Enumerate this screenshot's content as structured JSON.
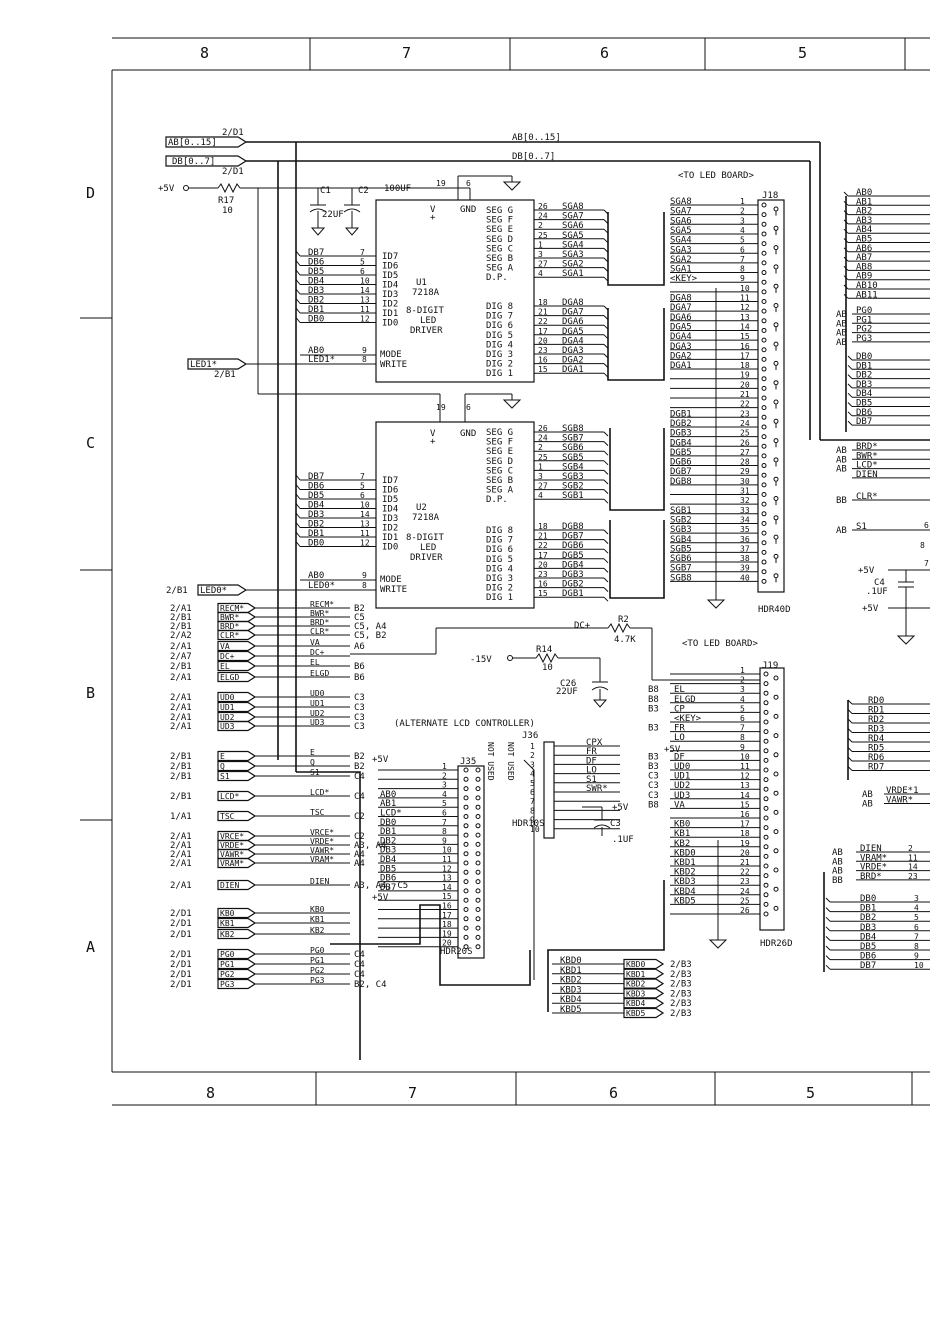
{
  "frame": {
    "top_zones": [
      "8",
      "7",
      "6",
      "5"
    ],
    "bottom_zones": [
      "8",
      "7",
      "6",
      "5"
    ],
    "left_zones": [
      "D",
      "C",
      "B",
      "A"
    ]
  },
  "buses": {
    "ab_label": "AB[0..15]",
    "ab_ref": "2/D1",
    "db_label": "DB[0..7]",
    "db_ref": "2/D1",
    "ab_bus_text": "AB[0..15]",
    "db_bus_text": "DB[0..7]"
  },
  "power": {
    "vcc_label": "+5V",
    "r17": "R17",
    "r17_val": "10",
    "c1": "C1",
    "c1_val": "22UF",
    "c2": "C2",
    "c2_val": "100UF",
    "to_led_board_1": "<TO LED BOARD>",
    "to_led_board_2": "<TO LED BOARD>"
  },
  "u1": {
    "ref": "U1",
    "part": "7218A",
    "desc1": "8-DIGIT",
    "desc2": "LED",
    "desc3": "DRIVER",
    "top_v": "V",
    "top_vplus": "+",
    "top_gnd": "GND",
    "top_pins": [
      "19",
      "6"
    ],
    "id_pins": [
      {
        "net": "DB7",
        "num": "7",
        "pin": "ID7"
      },
      {
        "net": "DB6",
        "num": "5",
        "pin": "ID6"
      },
      {
        "net": "DB5",
        "num": "6",
        "pin": "ID5"
      },
      {
        "net": "DB4",
        "num": "10",
        "pin": "ID4"
      },
      {
        "net": "DB3",
        "num": "14",
        "pin": "ID3"
      },
      {
        "net": "DB2",
        "num": "13",
        "pin": "ID2"
      },
      {
        "net": "DB1",
        "num": "11",
        "pin": "ID1"
      },
      {
        "net": "DB0",
        "num": "12",
        "pin": "ID0"
      }
    ],
    "mode": {
      "net": "AB0",
      "num": "9",
      "pin": "MODE"
    },
    "write": {
      "net": "LED1*",
      "num": "8",
      "pin": "WRITE"
    },
    "seg_pins": [
      {
        "pin": "SEG G",
        "num": "26",
        "net": "SGA8"
      },
      {
        "pin": "SEG F",
        "num": "24",
        "net": "SGA7"
      },
      {
        "pin": "SEG E",
        "num": "2",
        "net": "SGA6"
      },
      {
        "pin": "SEG D",
        "num": "25",
        "net": "SGA5"
      },
      {
        "pin": "SEG C",
        "num": "1",
        "net": "SGA4"
      },
      {
        "pin": "SEG B",
        "num": "3",
        "net": "SGA3"
      },
      {
        "pin": "SEG A",
        "num": "27",
        "net": "SGA2"
      },
      {
        "pin": "D.P.",
        "num": "4",
        "net": "SGA1"
      }
    ],
    "dig_pins": [
      {
        "pin": "DIG 8",
        "num": "18",
        "net": "DGA8"
      },
      {
        "pin": "DIG 7",
        "num": "21",
        "net": "DGA7"
      },
      {
        "pin": "DIG 6",
        "num": "22",
        "net": "DGA6"
      },
      {
        "pin": "DIG 5",
        "num": "17",
        "net": "DGA5"
      },
      {
        "pin": "DIG 4",
        "num": "20",
        "net": "DGA4"
      },
      {
        "pin": "DIG 3",
        "num": "23",
        "net": "DGA3"
      },
      {
        "pin": "DIG 2",
        "num": "16",
        "net": "DGA2"
      },
      {
        "pin": "DIG 1",
        "num": "15",
        "net": "DGA1"
      }
    ]
  },
  "u2": {
    "ref": "U2",
    "part": "7218A",
    "desc1": "8-DIGIT",
    "desc2": "LED",
    "desc3": "DRIVER",
    "top_v": "V",
    "top_vplus": "+",
    "top_gnd": "GND",
    "top_pins": [
      "19",
      "6"
    ],
    "id_pins": [
      {
        "net": "DB7",
        "num": "7",
        "pin": "ID7"
      },
      {
        "net": "DB6",
        "num": "5",
        "pin": "ID6"
      },
      {
        "net": "DB5",
        "num": "6",
        "pin": "ID5"
      },
      {
        "net": "DB4",
        "num": "10",
        "pin": "ID4"
      },
      {
        "net": "DB3",
        "num": "14",
        "pin": "ID3"
      },
      {
        "net": "DB2",
        "num": "13",
        "pin": "ID2"
      },
      {
        "net": "DB1",
        "num": "11",
        "pin": "ID1"
      },
      {
        "net": "DB0",
        "num": "12",
        "pin": "ID0"
      }
    ],
    "mode": {
      "net": "AB0",
      "num": "9",
      "pin": "MODE"
    },
    "write": {
      "net": "LED0*",
      "num": "8",
      "pin": "WRITE"
    },
    "seg_pins": [
      {
        "pin": "SEG G",
        "num": "26",
        "net": "SGB8"
      },
      {
        "pin": "SEG F",
        "num": "24",
        "net": "SGB7"
      },
      {
        "pin": "SEG E",
        "num": "2",
        "net": "SGB6"
      },
      {
        "pin": "SEG D",
        "num": "25",
        "net": "SGB5"
      },
      {
        "pin": "SEG C",
        "num": "1",
        "net": "SGB4"
      },
      {
        "pin": "SEG B",
        "num": "3",
        "net": "SGB3"
      },
      {
        "pin": "SEG A",
        "num": "27",
        "net": "SGB2"
      },
      {
        "pin": "D.P.",
        "num": "4",
        "net": "SGB1"
      }
    ],
    "dig_pins": [
      {
        "pin": "DIG 8",
        "num": "18",
        "net": "DGB8"
      },
      {
        "pin": "DIG 7",
        "num": "21",
        "net": "DGB7"
      },
      {
        "pin": "DIG 6",
        "num": "22",
        "net": "DGB6"
      },
      {
        "pin": "DIG 5",
        "num": "17",
        "net": "DGB5"
      },
      {
        "pin": "DIG 4",
        "num": "20",
        "net": "DGB4"
      },
      {
        "pin": "DIG 3",
        "num": "23",
        "net": "DGB3"
      },
      {
        "pin": "DIG 2",
        "num": "16",
        "net": "DGB2"
      },
      {
        "pin": "DIG 1",
        "num": "15",
        "net": "DGB1"
      }
    ]
  },
  "j18": {
    "ref": "J18",
    "type": "HDR40D",
    "left_nets": [
      "SGA8",
      "SGA7",
      "SGA6",
      "SGA5",
      "SGA4",
      "SGA3",
      "SGA2",
      "SGA1",
      "<KEY>",
      "",
      "DGA8",
      "DGA7",
      "DGA6",
      "DGA5",
      "DGA4",
      "DGA3",
      "DGA2",
      "DGA1",
      "",
      "",
      "",
      "",
      "DGB1",
      "DGB2",
      "DGB3",
      "DGB4",
      "DGB5",
      "DGB6",
      "DGB7",
      "DGB8",
      "",
      "",
      "SGB1",
      "SGB2",
      "SGB3",
      "SGB4",
      "SGB5",
      "SGB6",
      "SGB7",
      "SGB8"
    ]
  },
  "led_inputs": {
    "led1": "LED1*",
    "led1_ref": "2/B1",
    "led0": "LED0*",
    "led0_ref": "2/B1"
  },
  "left_signals": [
    {
      "ref": "2/A1",
      "name": "RECM*",
      "net": "RECM*",
      "dest": "B2"
    },
    {
      "ref": "2/B1",
      "name": "BWR*",
      "net": "BWR*",
      "dest": "C5"
    },
    {
      "ref": "2/B1",
      "name": "BRD*",
      "net": "BRD*",
      "dest": "C5, A4"
    },
    {
      "ref": "2/A2",
      "name": "CLR*",
      "net": "CLR*",
      "dest": "C5, B2"
    },
    {
      "ref": "2/A1",
      "name": "VA",
      "net": "VA",
      "dest": "A6"
    },
    {
      "ref": "2/A7",
      "name": "DC+",
      "net": "DC+",
      "dest": ""
    },
    {
      "ref": "2/B1",
      "name": "EL",
      "net": "EL",
      "dest": "B6"
    },
    {
      "ref": "2/A1",
      "name": "ELGD",
      "net": "ELGD",
      "dest": "B6"
    },
    {
      "ref": "2/A1",
      "name": "UD0",
      "net": "UD0",
      "dest": "C3"
    },
    {
      "ref": "2/A1",
      "name": "UD1",
      "net": "UD1",
      "dest": "C3"
    },
    {
      "ref": "2/A1",
      "name": "UD2",
      "net": "UD2",
      "dest": "C3"
    },
    {
      "ref": "2/A1",
      "name": "UD3",
      "net": "UD3",
      "dest": "C3"
    },
    {
      "ref": "2/B1",
      "name": "E",
      "net": "E",
      "dest": "B2"
    },
    {
      "ref": "2/B1",
      "name": "Q",
      "net": "Q",
      "dest": "B2"
    },
    {
      "ref": "2/B1",
      "name": "S1",
      "net": "S1",
      "dest": "C4"
    },
    {
      "ref": "2/B1",
      "name": "LCD*",
      "net": "LCD*",
      "dest": "C4"
    },
    {
      "ref": "1/A1",
      "name": "TSC",
      "net": "TSC",
      "dest": "C2"
    },
    {
      "ref": "2/A1",
      "name": "VRCE*",
      "net": "VRCE*",
      "dest": "C2"
    },
    {
      "ref": "2/A1",
      "name": "VRDE*",
      "net": "VRDE*",
      "dest": "A3, A4"
    },
    {
      "ref": "2/A1",
      "name": "VAWR*",
      "net": "VAWR*",
      "dest": "A4"
    },
    {
      "ref": "2/A1",
      "name": "VRAM*",
      "net": "VRAM*",
      "dest": "A4"
    },
    {
      "ref": "2/A1",
      "name": "DIEN",
      "net": "DIEN",
      "dest": "A3, A4, C5"
    },
    {
      "ref": "2/D1",
      "name": "KB0",
      "net": "KB0",
      "dest": ""
    },
    {
      "ref": "2/D1",
      "name": "KB1",
      "net": "KB1",
      "dest": ""
    },
    {
      "ref": "2/D1",
      "name": "KB2",
      "net": "KB2",
      "dest": ""
    },
    {
      "ref": "2/D1",
      "name": "PG0",
      "net": "PG0",
      "dest": "C4"
    },
    {
      "ref": "2/D1",
      "name": "PG1",
      "net": "PG1",
      "dest": "C4"
    },
    {
      "ref": "2/D1",
      "name": "PG2",
      "net": "PG2",
      "dest": "C4"
    },
    {
      "ref": "2/D1",
      "name": "PG3",
      "net": "PG3",
      "dest": "B2, C4"
    }
  ],
  "dc": {
    "net": "DC+",
    "r2": "R2",
    "r2_val": "4.7K",
    "vneg": "-15V",
    "r14": "R14",
    "r14_val": "10",
    "c26": "C26",
    "c26_val": "22UF"
  },
  "j35": {
    "ref": "J35",
    "type": "HDR20S",
    "title": "(ALTERNATE LCD CONTROLLER)",
    "vcc": "+5V",
    "vcc2": "+5V",
    "nets": [
      "",
      "",
      "",
      "AB0",
      "AB1",
      "LCD*",
      "DB0",
      "DB1",
      "DB2",
      "DB3",
      "DB4",
      "DB5",
      "DB6",
      "DB7",
      "",
      "",
      "",
      "",
      "",
      ""
    ],
    "not_used": "NOT USED"
  },
  "j36": {
    "ref": "J36",
    "type": "HDR10S",
    "nets": [
      "CPX",
      "FR",
      "DF",
      "LO",
      "S1",
      "SWR*",
      "",
      "",
      "",
      ""
    ],
    "not_used": "NOT USED",
    "vcc": "+5V",
    "c3": "C3",
    "c3_val": ".1UF"
  },
  "j19": {
    "ref": "J19",
    "type": "HDR26D",
    "left_nets": [
      "",
      "",
      "EL",
      "ELGD",
      "CP",
      "<KEY>",
      "FR",
      "LO",
      "",
      "DF",
      "UD0",
      "UD1",
      "UD2",
      "UD3",
      "VA",
      "",
      "KB0",
      "KB1",
      "KB2",
      "KBD0",
      "KBD1",
      "KBD2",
      "KBD3",
      "KBD4",
      "KBD5",
      ""
    ],
    "left_refs": [
      "",
      "",
      "B8",
      "B8",
      "B3",
      "",
      "B3",
      "",
      "",
      "B3",
      "B3",
      "C3",
      "C3",
      "C3",
      "B8",
      "",
      "",
      "",
      "",
      "",
      "",
      "",
      "",
      "",
      "",
      ""
    ],
    "vcc": "+5V"
  },
  "kbd_outputs": [
    {
      "net": "KBD0",
      "ref": "2/B3"
    },
    {
      "net": "KBD1",
      "ref": "2/B3"
    },
    {
      "net": "KBD2",
      "ref": "2/B3"
    },
    {
      "net": "KBD3",
      "ref": "2/B3"
    },
    {
      "net": "KBD4",
      "ref": "2/B3"
    },
    {
      "net": "KBD5",
      "ref": "2/B3"
    }
  ],
  "right_edge": {
    "ab_nets": [
      "AB0",
      "AB1",
      "AB2",
      "AB3",
      "AB4",
      "AB5",
      "AB6",
      "AB7",
      "AB8",
      "AB9",
      "AB10",
      "AB11"
    ],
    "pg_nets": [
      {
        "pre": "AB",
        "net": "PG0"
      },
      {
        "pre": "AB",
        "net": "PG1"
      },
      {
        "pre": "AB",
        "net": "PG2"
      },
      {
        "pre": "AB",
        "net": "PG3"
      }
    ],
    "db_nets": [
      "DB0",
      "DB1",
      "DB2",
      "DB3",
      "DB4",
      "DB5",
      "DB6",
      "DB7"
    ],
    "ctl_nets": [
      {
        "pre": "AB",
        "net": "BRD*"
      },
      {
        "pre": "AB",
        "net": "BWR*"
      },
      {
        "pre": "AB",
        "net": "LCD*"
      },
      {
        "pre": "",
        "net": "DIEN"
      }
    ],
    "clr": {
      "pre": "BB",
      "net": "CLR*"
    },
    "s1": {
      "pre": "AB",
      "net": "S1"
    },
    "vcc1": "+5V",
    "vcc2": "+5V",
    "c4": "C4",
    "c4_val": ".1UF",
    "pin7": "7",
    "pin8": "8",
    "pin6": "6",
    "rd_nets": [
      "RD0",
      "RD1",
      "RD2",
      "RD3",
      "RD4",
      "RD5",
      "RD6",
      "RD7"
    ],
    "vrde": {
      "pre": "AB",
      "net": "VRDE*1"
    },
    "vawr": {
      "pre": "AB",
      "net": "VAWR*"
    },
    "bottom_ctl": [
      {
        "pre": "AB",
        "net": "DIEN",
        "num": "2"
      },
      {
        "pre": "AB",
        "net": "VRAM*",
        "num": "11"
      },
      {
        "pre": "AB",
        "net": "VRDE*",
        "num": "14"
      },
      {
        "pre": "BB",
        "net": "BRD*",
        "num": "23"
      }
    ],
    "bottom_db": [
      {
        "net": "DB0",
        "num": "3"
      },
      {
        "net": "DB1",
        "num": "4"
      },
      {
        "net": "DB2",
        "num": "5"
      },
      {
        "net": "DB3",
        "num": "6"
      },
      {
        "net": "DB4",
        "num": "7"
      },
      {
        "net": "DB5",
        "num": "8"
      },
      {
        "net": "DB6",
        "num": "9"
      },
      {
        "net": "DB7",
        "num": "10"
      }
    ]
  }
}
